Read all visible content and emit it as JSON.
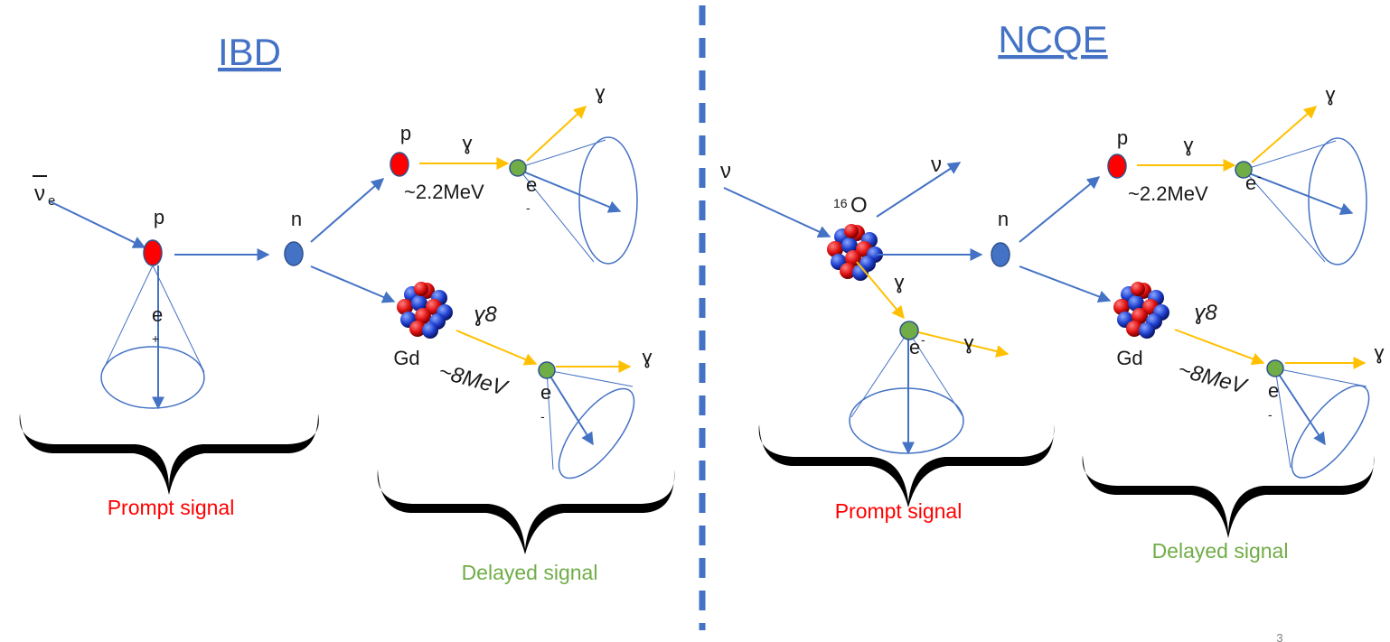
{
  "ibd": {
    "title": "IBD",
    "antineutrino": "ν",
    "antineutrino_sub": "e",
    "proton": "p",
    "neutron": "n",
    "positron": "e",
    "positron_sign": "+",
    "capture_proton": "p",
    "gamma": "ɣ",
    "energy_h": "~2.2MeV",
    "electron": "e",
    "electron_sign": "-",
    "gamma_out": "ɣ",
    "gd": "Gd",
    "gamma8": "ɣ8",
    "energy_gd": "~8MeV",
    "electron2": "e",
    "electron2_sign": "-",
    "gamma_out2": "ɣ",
    "prompt": "Prompt signal",
    "delayed": "Delayed signal"
  },
  "ncqe": {
    "title": "NCQE",
    "neutrino_in": "ν",
    "neutrino_out": "ν",
    "oxygen_mass": "16",
    "oxygen": "O",
    "neutron": "n",
    "gamma": "ɣ",
    "electron": "e",
    "electron_sign": "-",
    "gamma_out": "ɣ",
    "capture_proton": "p",
    "gamma_h": "ɣ",
    "energy_h": "~2.2MeV",
    "electron_h": "e",
    "electron_h_sign": "-",
    "gamma_h_out": "ɣ",
    "gd": "Gd",
    "gamma8": "ɣ8",
    "energy_gd": "~8MeV",
    "electron2": "e",
    "electron2_sign": "-",
    "gamma_out2": "ɣ",
    "prompt": "Prompt signal",
    "delayed": "Delayed signal"
  },
  "page_number": "3",
  "colors": {
    "arrow": "#4472c4",
    "gamma_arrow": "#ffc000",
    "proton": "#ff0000",
    "neutron": "#4472c4",
    "electron": "#70ad47",
    "prompt_text": "#ff0000",
    "delayed_text": "#70ad47",
    "divider": "#4472c4"
  }
}
